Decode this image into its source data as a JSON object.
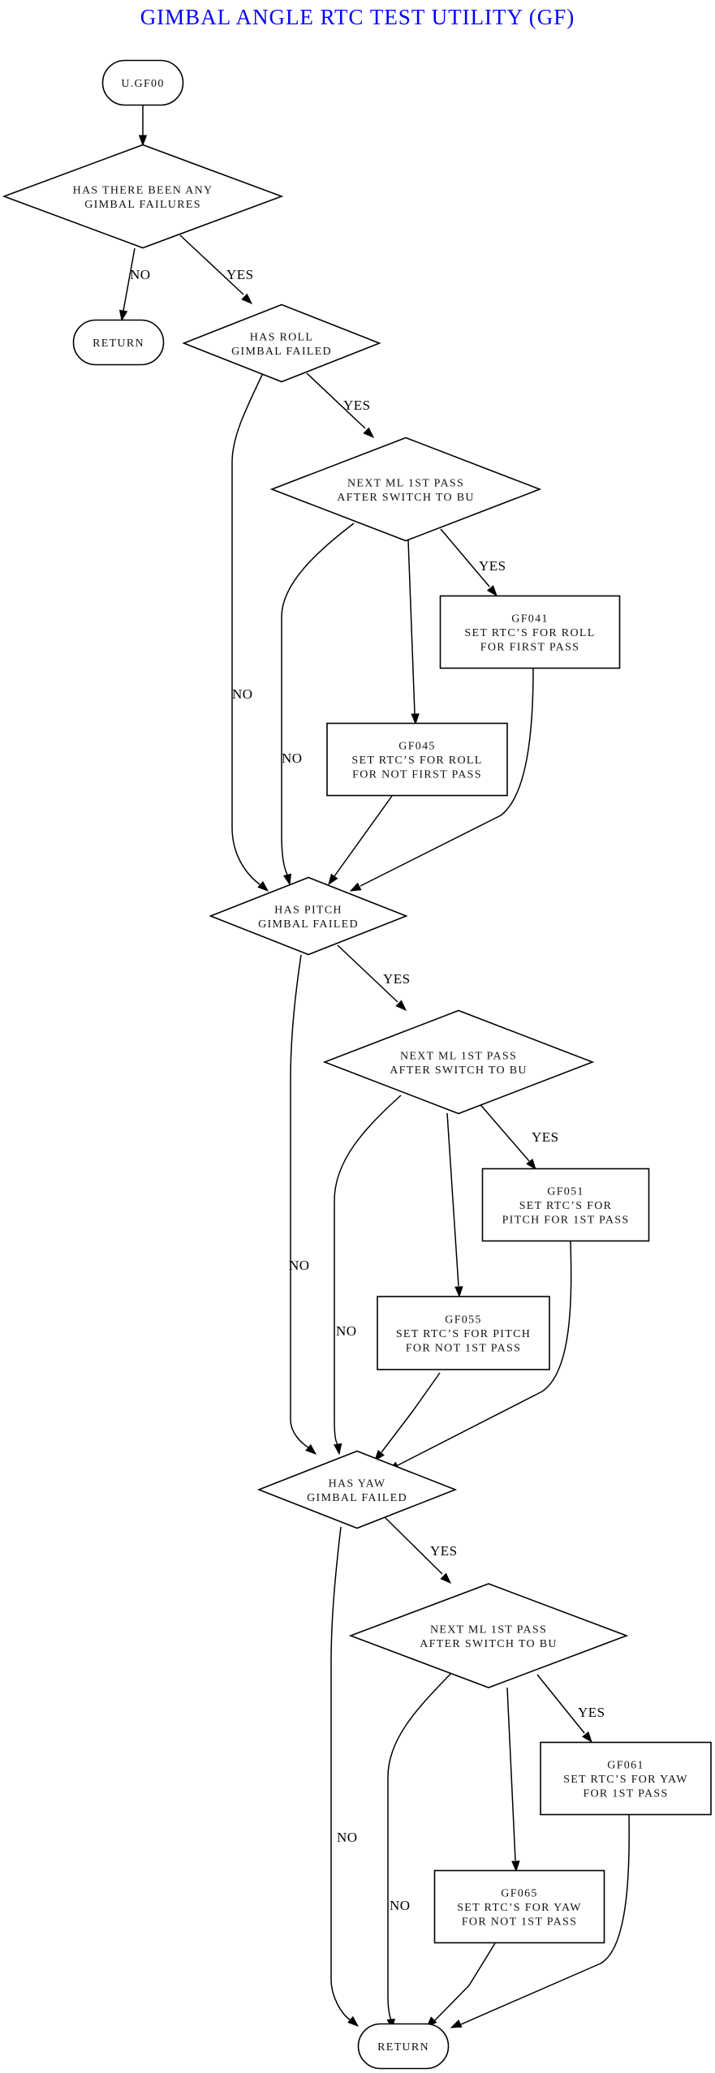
{
  "title": "GIMBAL ANGLE RTC TEST UTILITY (GF)",
  "title_color": "#0000ff",
  "nodes": [
    {
      "id": "start",
      "shape": "terminal",
      "lines": [
        "U.GF00"
      ]
    },
    {
      "id": "any_fail",
      "shape": "decision",
      "lines": [
        "HAS THERE BEEN ANY",
        "GIMBAL FAILURES"
      ]
    },
    {
      "id": "return1",
      "shape": "terminal",
      "lines": [
        "RETURN"
      ]
    },
    {
      "id": "roll_fail",
      "shape": "decision",
      "lines": [
        "HAS ROLL",
        "GIMBAL FAILED"
      ]
    },
    {
      "id": "roll_next",
      "shape": "decision",
      "lines": [
        "NEXT ML 1ST PASS",
        "AFTER SWITCH TO BU"
      ]
    },
    {
      "id": "gf041",
      "shape": "process",
      "lines": [
        "GF041",
        "SET RTC’S FOR ROLL",
        "FOR FIRST PASS"
      ]
    },
    {
      "id": "gf045",
      "shape": "process",
      "lines": [
        "GF045",
        "SET RTC’S FOR ROLL",
        "FOR NOT FIRST PASS"
      ]
    },
    {
      "id": "pitch_fail",
      "shape": "decision",
      "lines": [
        "HAS PITCH",
        "GIMBAL FAILED"
      ]
    },
    {
      "id": "pitch_next",
      "shape": "decision",
      "lines": [
        "NEXT ML 1ST PASS",
        "AFTER SWITCH TO BU"
      ]
    },
    {
      "id": "gf051",
      "shape": "process",
      "lines": [
        "GF051",
        "SET RTC’S FOR",
        "PITCH FOR 1ST PASS"
      ]
    },
    {
      "id": "gf055",
      "shape": "process",
      "lines": [
        "GF055",
        "SET RTC’S FOR PITCH",
        "FOR NOT 1ST PASS"
      ]
    },
    {
      "id": "yaw_fail",
      "shape": "decision",
      "lines": [
        "HAS YAW",
        "GIMBAL FAILED"
      ]
    },
    {
      "id": "yaw_next",
      "shape": "decision",
      "lines": [
        "NEXT ML 1ST PASS",
        "AFTER SWITCH TO BU"
      ]
    },
    {
      "id": "gf061",
      "shape": "process",
      "lines": [
        "GF061",
        "SET RTC’S FOR YAW",
        "FOR 1ST PASS"
      ]
    },
    {
      "id": "gf065",
      "shape": "process",
      "lines": [
        "GF065",
        "SET RTC’S FOR YAW",
        "FOR NOT 1ST PASS"
      ]
    },
    {
      "id": "return2",
      "shape": "terminal",
      "lines": [
        "RETURN"
      ]
    }
  ],
  "edges": [
    {
      "from": "start",
      "to": "any_fail",
      "label": ""
    },
    {
      "from": "any_fail",
      "to": "return1",
      "label": "NO"
    },
    {
      "from": "any_fail",
      "to": "roll_fail",
      "label": "YES"
    },
    {
      "from": "roll_fail",
      "to": "roll_next",
      "label": "YES"
    },
    {
      "from": "roll_fail",
      "to": "pitch_fail",
      "label": "NO"
    },
    {
      "from": "roll_next",
      "to": "gf041",
      "label": "YES"
    },
    {
      "from": "roll_next",
      "to": "gf045",
      "label": ""
    },
    {
      "from": "roll_next",
      "to": "pitch_fail",
      "label": "NO"
    },
    {
      "from": "gf041",
      "to": "pitch_fail",
      "label": ""
    },
    {
      "from": "gf045",
      "to": "pitch_fail",
      "label": ""
    },
    {
      "from": "pitch_fail",
      "to": "pitch_next",
      "label": "YES"
    },
    {
      "from": "pitch_fail",
      "to": "yaw_fail",
      "label": "NO"
    },
    {
      "from": "pitch_next",
      "to": "gf051",
      "label": "YES"
    },
    {
      "from": "pitch_next",
      "to": "gf055",
      "label": ""
    },
    {
      "from": "pitch_next",
      "to": "yaw_fail",
      "label": "NO"
    },
    {
      "from": "gf051",
      "to": "yaw_fail",
      "label": ""
    },
    {
      "from": "gf055",
      "to": "yaw_fail",
      "label": ""
    },
    {
      "from": "yaw_fail",
      "to": "yaw_next",
      "label": "YES"
    },
    {
      "from": "yaw_fail",
      "to": "return2",
      "label": "NO"
    },
    {
      "from": "yaw_next",
      "to": "gf061",
      "label": "YES"
    },
    {
      "from": "yaw_next",
      "to": "gf065",
      "label": ""
    },
    {
      "from": "yaw_next",
      "to": "return2",
      "label": "NO"
    },
    {
      "from": "gf061",
      "to": "return2",
      "label": ""
    },
    {
      "from": "gf065",
      "to": "return2",
      "label": ""
    }
  ]
}
